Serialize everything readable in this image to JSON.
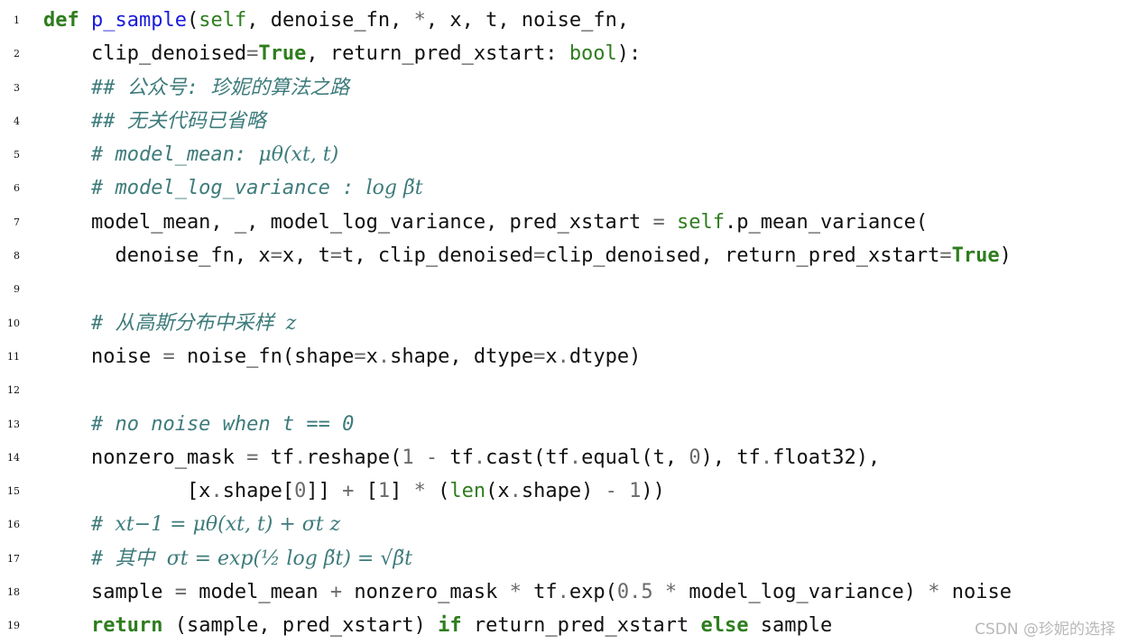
{
  "line_numbers": [
    "1",
    "2",
    "3",
    "4",
    "5",
    "6",
    "7",
    "8",
    "9",
    "10",
    "11",
    "12",
    "13",
    "14",
    "15",
    "16",
    "17",
    "18",
    "19"
  ],
  "lines": [
    [
      {
        "t": "def",
        "c": "kw"
      },
      {
        "t": " ",
        "c": ""
      },
      {
        "t": "p_sample",
        "c": "fn"
      },
      {
        "t": "(",
        "c": ""
      },
      {
        "t": "self",
        "c": "bi"
      },
      {
        "t": ", denoise_fn, ",
        "c": ""
      },
      {
        "t": "*",
        "c": "op"
      },
      {
        "t": ", x, t, noise_fn,",
        "c": ""
      }
    ],
    [
      {
        "t": "    clip_denoised",
        "c": ""
      },
      {
        "t": "=",
        "c": "op"
      },
      {
        "t": "True",
        "c": "kw"
      },
      {
        "t": ", return_pred_xstart: ",
        "c": ""
      },
      {
        "t": "bool",
        "c": "bi"
      },
      {
        "t": "):",
        "c": ""
      }
    ],
    [
      {
        "t": "    ## 公众号: 珍妮的算法之路",
        "c": "cm"
      }
    ],
    [
      {
        "t": "    ## 无关代码已省略",
        "c": "cm"
      }
    ],
    [
      {
        "t": "    # model_mean: ",
        "c": "cm"
      },
      {
        "t": "μθ(xt, t)",
        "c": "math"
      }
    ],
    [
      {
        "t": "    # model_log_variance : ",
        "c": "cm"
      },
      {
        "t": "log β̃t",
        "c": "math"
      }
    ],
    [
      {
        "t": "    model_mean, _, model_log_variance, pred_xstart ",
        "c": ""
      },
      {
        "t": "=",
        "c": "op"
      },
      {
        "t": " ",
        "c": ""
      },
      {
        "t": "self",
        "c": "bi"
      },
      {
        "t": ".p_mean_variance(",
        "c": ""
      }
    ],
    [
      {
        "t": "      denoise_fn, x",
        "c": ""
      },
      {
        "t": "=",
        "c": "op"
      },
      {
        "t": "x, t",
        "c": ""
      },
      {
        "t": "=",
        "c": "op"
      },
      {
        "t": "t, clip_denoised",
        "c": ""
      },
      {
        "t": "=",
        "c": "op"
      },
      {
        "t": "clip_denoised, return_pred_xstart",
        "c": ""
      },
      {
        "t": "=",
        "c": "op"
      },
      {
        "t": "True",
        "c": "kw"
      },
      {
        "t": ")",
        "c": ""
      }
    ],
    [],
    [
      {
        "t": "    # 从高斯分布中采样 ",
        "c": "cm"
      },
      {
        "t": "z",
        "c": "math"
      }
    ],
    [
      {
        "t": "    noise ",
        "c": ""
      },
      {
        "t": "=",
        "c": "op"
      },
      {
        "t": " noise_fn(shape",
        "c": ""
      },
      {
        "t": "=",
        "c": "op"
      },
      {
        "t": "x",
        "c": ""
      },
      {
        "t": ".",
        "c": "op"
      },
      {
        "t": "shape, dtype",
        "c": ""
      },
      {
        "t": "=",
        "c": "op"
      },
      {
        "t": "x",
        "c": ""
      },
      {
        "t": ".",
        "c": "op"
      },
      {
        "t": "dtype)",
        "c": ""
      }
    ],
    [],
    [
      {
        "t": "    # no noise when t == 0",
        "c": "cm"
      }
    ],
    [
      {
        "t": "    nonzero_mask ",
        "c": ""
      },
      {
        "t": "=",
        "c": "op"
      },
      {
        "t": " tf",
        "c": ""
      },
      {
        "t": ".",
        "c": "op"
      },
      {
        "t": "reshape(",
        "c": ""
      },
      {
        "t": "1",
        "c": "num"
      },
      {
        "t": " ",
        "c": ""
      },
      {
        "t": "-",
        "c": "op"
      },
      {
        "t": " tf",
        "c": ""
      },
      {
        "t": ".",
        "c": "op"
      },
      {
        "t": "cast(tf",
        "c": ""
      },
      {
        "t": ".",
        "c": "op"
      },
      {
        "t": "equal(t, ",
        "c": ""
      },
      {
        "t": "0",
        "c": "num"
      },
      {
        "t": "), tf",
        "c": ""
      },
      {
        "t": ".",
        "c": "op"
      },
      {
        "t": "float32),",
        "c": ""
      }
    ],
    [
      {
        "t": "            [x",
        "c": ""
      },
      {
        "t": ".",
        "c": "op"
      },
      {
        "t": "shape[",
        "c": ""
      },
      {
        "t": "0",
        "c": "num"
      },
      {
        "t": "]] ",
        "c": ""
      },
      {
        "t": "+",
        "c": "op"
      },
      {
        "t": " [",
        "c": ""
      },
      {
        "t": "1",
        "c": "num"
      },
      {
        "t": "] ",
        "c": ""
      },
      {
        "t": "*",
        "c": "op"
      },
      {
        "t": " (",
        "c": ""
      },
      {
        "t": "len",
        "c": "bi"
      },
      {
        "t": "(x",
        "c": ""
      },
      {
        "t": ".",
        "c": "op"
      },
      {
        "t": "shape) ",
        "c": ""
      },
      {
        "t": "-",
        "c": "op"
      },
      {
        "t": " ",
        "c": ""
      },
      {
        "t": "1",
        "c": "num"
      },
      {
        "t": "))",
        "c": ""
      }
    ],
    [
      {
        "t": "    # ",
        "c": "cm"
      },
      {
        "t": "xt−1 = μθ(xt, t) + σt z",
        "c": "math"
      }
    ],
    [
      {
        "t": "    # 其中 ",
        "c": "cm"
      },
      {
        "t": "σt = exp(½ log β̃t) = √β̃t",
        "c": "math"
      }
    ],
    [
      {
        "t": "    sample ",
        "c": ""
      },
      {
        "t": "=",
        "c": "op"
      },
      {
        "t": " model_mean ",
        "c": ""
      },
      {
        "t": "+",
        "c": "op"
      },
      {
        "t": " nonzero_mask ",
        "c": ""
      },
      {
        "t": "*",
        "c": "op"
      },
      {
        "t": " tf",
        "c": ""
      },
      {
        "t": ".",
        "c": "op"
      },
      {
        "t": "exp(",
        "c": ""
      },
      {
        "t": "0.5",
        "c": "num"
      },
      {
        "t": " ",
        "c": ""
      },
      {
        "t": "*",
        "c": "op"
      },
      {
        "t": " model_log_variance) ",
        "c": ""
      },
      {
        "t": "*",
        "c": "op"
      },
      {
        "t": " noise",
        "c": ""
      }
    ],
    [
      {
        "t": "    ",
        "c": ""
      },
      {
        "t": "return",
        "c": "kw"
      },
      {
        "t": " (sample, pred_xstart) ",
        "c": ""
      },
      {
        "t": "if",
        "c": "kw"
      },
      {
        "t": " return_pred_xstart ",
        "c": ""
      },
      {
        "t": "else",
        "c": "kw"
      },
      {
        "t": " sample",
        "c": ""
      }
    ]
  ],
  "watermark": "CSDN @珍妮的选择",
  "colors": {
    "keyword": "#2e7d1e",
    "function": "#1a1adb",
    "comment": "#3e7b7b",
    "operator": "#6a6a6a"
  }
}
